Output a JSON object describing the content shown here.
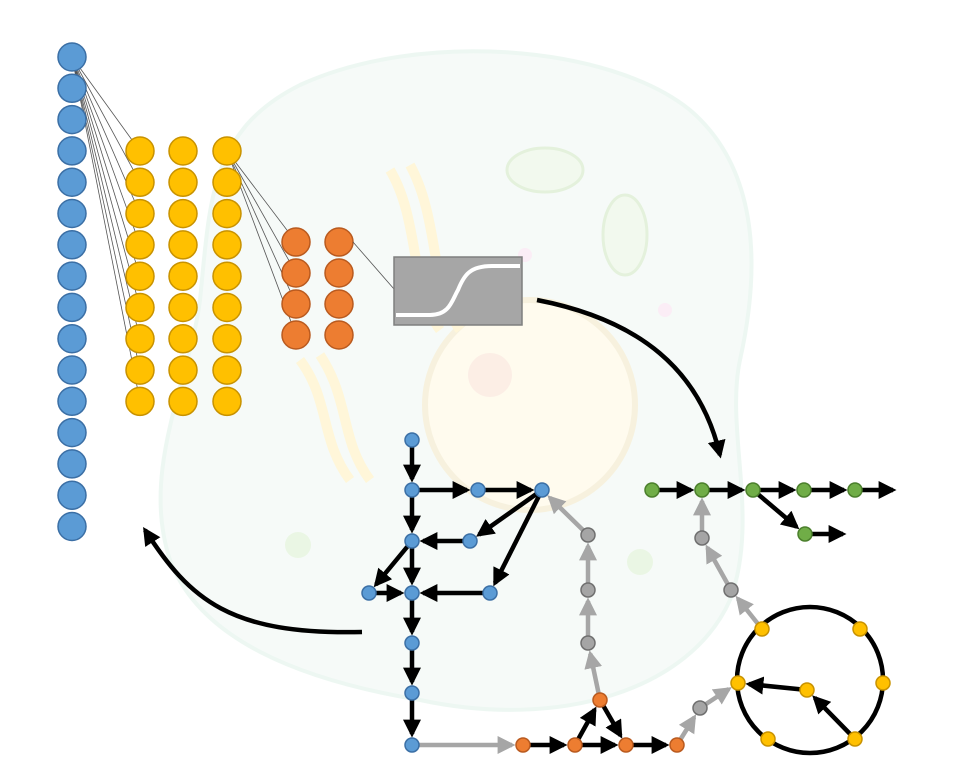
{
  "colors": {
    "input": "#5b9bd5",
    "input_stroke": "#3b6fa5",
    "hidden": "#ffc000",
    "hidden_stroke": "#c89200",
    "output": "#ed7d31",
    "output_stroke": "#b95a1f",
    "path": "#70ad47",
    "path_stroke": "#4b7f2c",
    "gray_node": "#a5a5a5",
    "gray_stroke": "#6f6f6f",
    "gray_edge": "#a6a6a6",
    "edge": "#000000",
    "activation_box": "#a6a6a6",
    "cell_fill": "#eef7f3"
  },
  "icons": {
    "activation": "sigmoid-icon",
    "background": "cell-icon"
  },
  "network": {
    "input_neurons": 16,
    "hidden_layers": [
      9,
      9,
      9
    ],
    "output_layers": [
      4,
      4
    ]
  }
}
